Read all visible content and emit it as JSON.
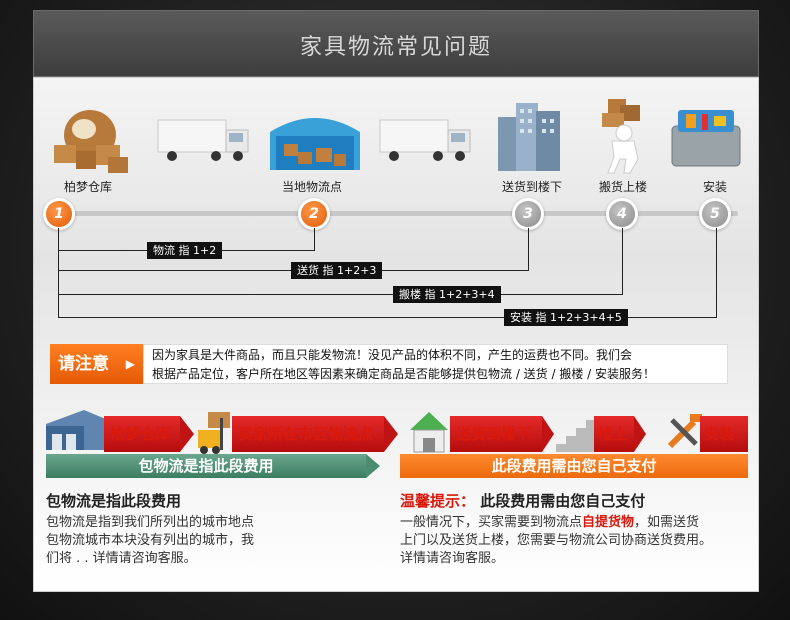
{
  "header": {
    "title": "家具物流常见问题"
  },
  "stations": [
    {
      "label": "柏梦仓库"
    },
    {
      "label": "当地物流点"
    },
    {
      "label": "送货到楼下"
    },
    {
      "label": "搬货上楼"
    },
    {
      "label": "安装"
    }
  ],
  "steps": [
    "1",
    "2",
    "3",
    "4",
    "5"
  ],
  "fee_tags": [
    {
      "label": "物流  指 1+2"
    },
    {
      "label": "送货  指 1+2+3"
    },
    {
      "label": "搬楼  指 1+2+3+4"
    },
    {
      "label": "安装  指 1+2+3+4+5"
    }
  ],
  "notice": {
    "tag": "请注意",
    "arrow": "▶",
    "line1": "因为家具是大件商品，而且只能发物流！没见产品的体积不同，产生的运费也不同。我们会",
    "line2": "根据产品定位，客户所在地区等因素来确定商品是否能够提供包物流 / 送货 / 搬楼 / 安装服务！"
  },
  "left_section": {
    "banner1": "柏梦仓库",
    "banner2": "买家所在市区物流点",
    "bar": "包物流是指此段费用",
    "heading": "包物流是指此段费用",
    "para1": "包物流是指到我们所列出的城市地点",
    "para2": "包物流城市本块没有列出的城市，我",
    "para3": "们将 . . 详情请咨询客服。"
  },
  "right_section": {
    "banner1": "送货到楼下",
    "banner2": "楼上",
    "banner3": "安装",
    "bar": "此段费用需由您自己支付",
    "heading_red": "温馨提示：",
    "heading_rest": "此段费用需由您自己支付",
    "para1a": "一般情况下，买家需要到物流点",
    "para1b": "自提货物",
    "para1c": "，如需送货",
    "para2": "上门以及送货上楼，您需要与物流公司协商送货费用。",
    "para3": "详情请咨询客服。"
  },
  "colors": {
    "orange": "#e8620a",
    "red": "#c81414",
    "green": "#4a8c70",
    "gray": "#a0a0a0"
  }
}
